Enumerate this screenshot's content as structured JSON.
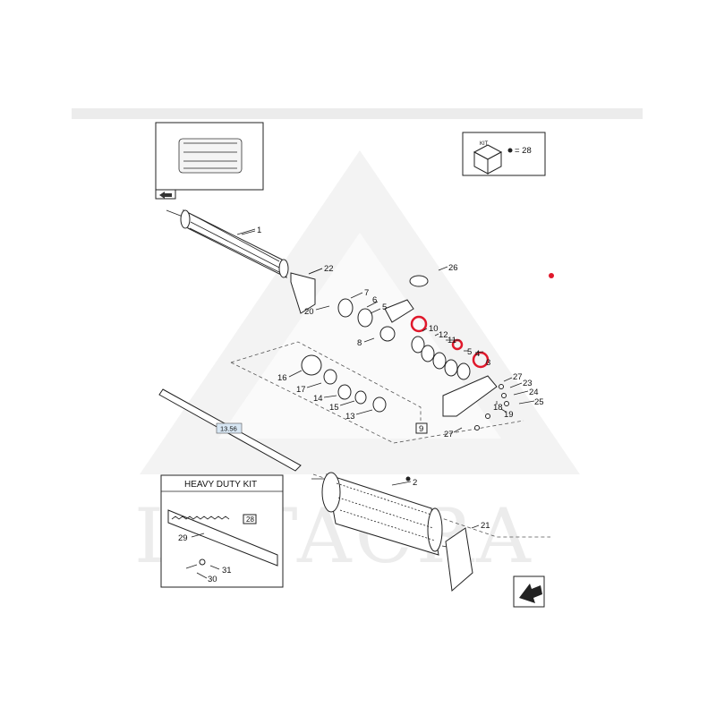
{
  "watermark": {
    "text": "LKTACRA"
  },
  "kit_legend": {
    "kit_label": "KIT",
    "equals_text": "= 28"
  },
  "ref_box": {
    "label": "13.56"
  },
  "heavy_duty_kit": {
    "title": "HEAVY DUTY KIT",
    "boxed_callout": "28"
  },
  "boxed_callouts": {
    "nine": "9"
  },
  "callouts": [
    "1",
    "22",
    "20",
    "7",
    "6",
    "5",
    "8",
    "10",
    "12",
    "11",
    "5",
    "4",
    "3",
    "26",
    "16",
    "17",
    "14",
    "15",
    "13",
    "27",
    "23",
    "24",
    "25",
    "18",
    "19",
    "27",
    "2",
    "21",
    "29",
    "31",
    "30"
  ],
  "colors": {
    "highlight": "#e0182b",
    "line": "#222222",
    "watermark": "#e9e9e9"
  },
  "icons": [
    "assembly-thumbnail-icon",
    "kit-cube-icon",
    "navigate-arrow-icon"
  ]
}
